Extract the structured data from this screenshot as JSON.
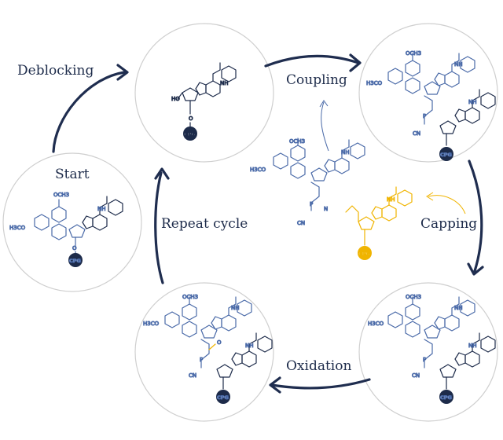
{
  "labels": {
    "deblocking": "Deblocking",
    "coupling": "Coupling",
    "capping": "Capping",
    "oxidation": "Oxidation",
    "repeat_cycle": "Repeat cycle",
    "start": "Start"
  },
  "atoms": {
    "cpg": "CPG",
    "och3": "OCH3",
    "h3co": "H3CO",
    "ho": "HO",
    "nh": "NH",
    "o": "O",
    "n": "N",
    "p": "P",
    "cn": "CN"
  },
  "colors": {
    "dark": "#1d2b4a",
    "blue": "#4a6aa8",
    "yellow": "#f0b400",
    "circle_stroke": "#cfcfcf"
  }
}
